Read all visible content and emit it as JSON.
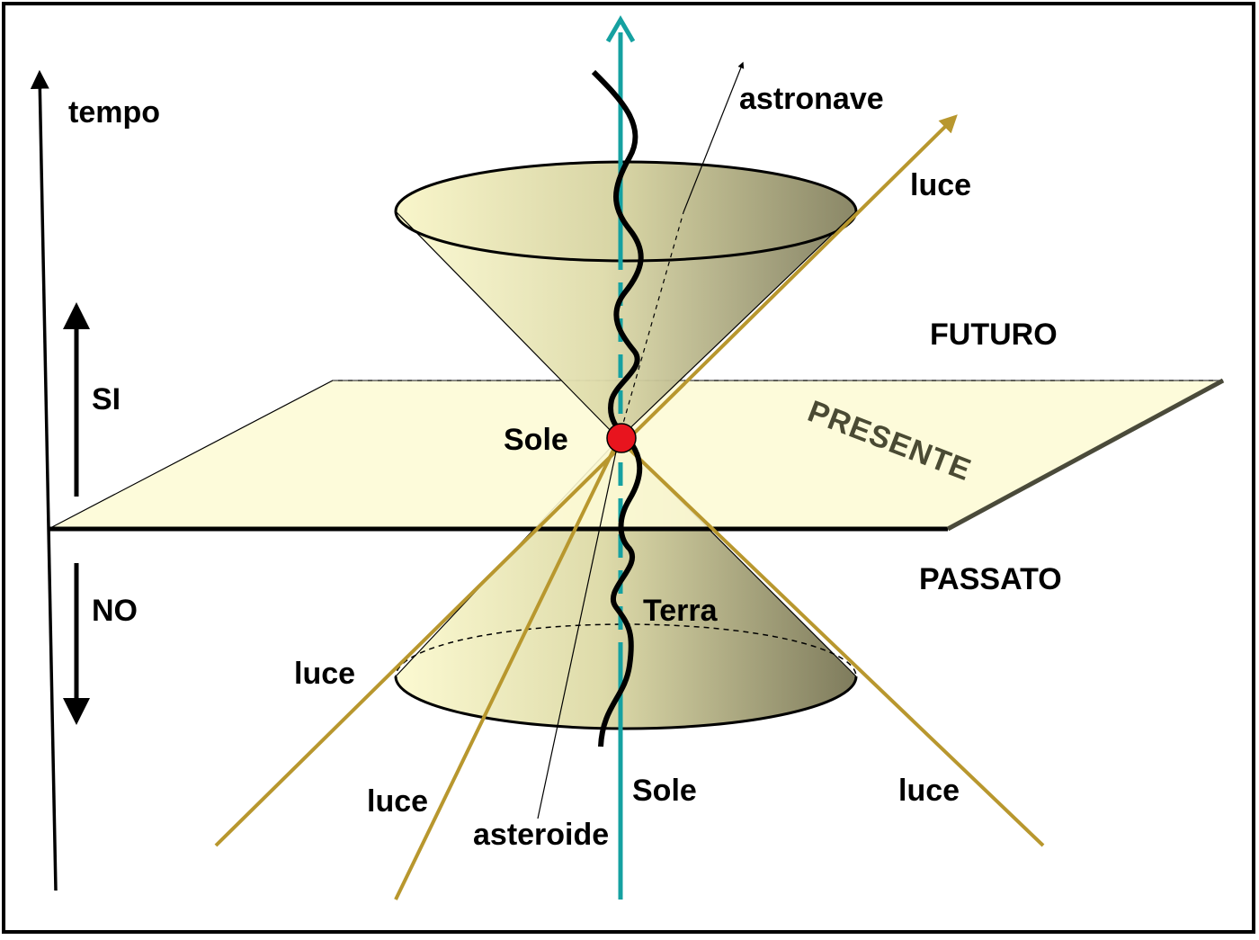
{
  "diagram": {
    "time_axis_label": "tempo",
    "yes_label": "SI",
    "no_label": "NO",
    "future_label": "FUTURO",
    "present_label": "PRESENTE",
    "past_label": "PASSATO",
    "sun_event_label": "Sole",
    "earth_label": "Terra",
    "spaceship_label": "astronave",
    "asteroid_label": "asteroide",
    "sun_worldline_label": "Sole",
    "light_labels": [
      "luce",
      "luce",
      "luce",
      "luce"
    ]
  },
  "colors": {
    "cone_fill_light": "#fbf9cf",
    "cone_fill_dark": "#7d7a5a",
    "light_ray": "#b8972e",
    "sun_worldline": "#15a1a1",
    "event_dot": "#e8141e",
    "plane_fill": "#fdfbd6",
    "text": "#000000"
  }
}
